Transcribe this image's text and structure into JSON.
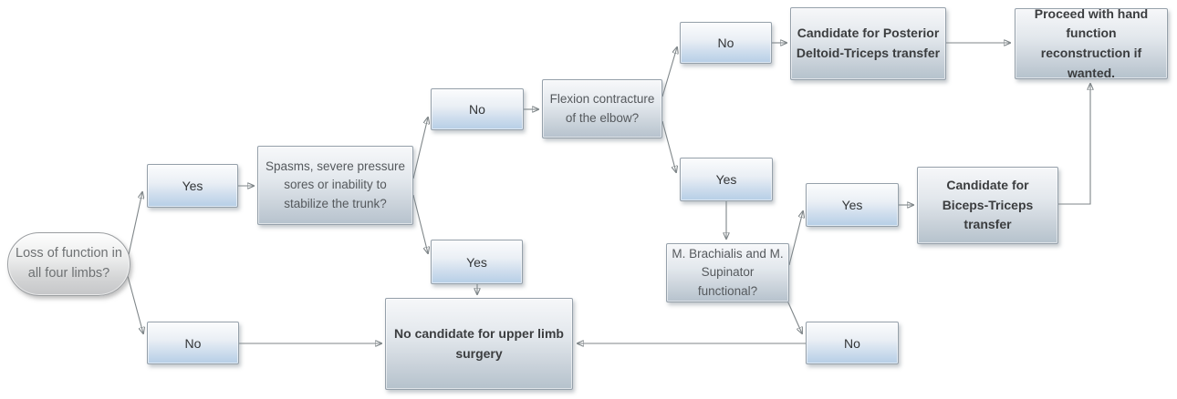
{
  "diagram": {
    "type": "flowchart",
    "topic": "Upper limb surgery candidacy decision tree",
    "colors": {
      "background": "#ffffff",
      "decision_fill_bottom": "#b6cee6",
      "process_fill_bottom": "#b5c2cc",
      "terminator_fill_bottom": "#c5c6c8",
      "node_fill_top": "#fbfcfd",
      "node_border": "#95a0aa",
      "arrow": "#7f8689",
      "question_text": "#55595d",
      "outcome_text": "#3b3d3f"
    },
    "nodes": {
      "start": {
        "shape": "terminator",
        "label": "Loss of function in all four limbs?"
      },
      "yes1": {
        "shape": "decision-label",
        "label": "Yes"
      },
      "no1": {
        "shape": "decision-label",
        "label": "No"
      },
      "spasms": {
        "shape": "question",
        "label": "Spasms, severe pressure sores or inability to stabilize the trunk?"
      },
      "no2": {
        "shape": "decision-label",
        "label": "No"
      },
      "yes2": {
        "shape": "decision-label",
        "label": "Yes"
      },
      "flexion": {
        "shape": "question",
        "label": "Flexion contracture of the elbow?"
      },
      "no3": {
        "shape": "decision-label",
        "label": "No"
      },
      "yes3": {
        "shape": "decision-label",
        "label": "Yes"
      },
      "posterior": {
        "shape": "outcome",
        "label": "Candidate for Posterior Deltoid-Triceps transfer"
      },
      "proceed": {
        "shape": "outcome",
        "label": "Proceed with hand function reconstruction if wanted."
      },
      "brachialis": {
        "shape": "question",
        "label": "M. Brachialis and M. Supinator functional?"
      },
      "yes4": {
        "shape": "decision-label",
        "label": "Yes"
      },
      "biceps": {
        "shape": "outcome",
        "label": "Candidate for Biceps-Triceps transfer"
      },
      "no4": {
        "shape": "decision-label",
        "label": "No"
      },
      "no_candidate": {
        "shape": "outcome",
        "label": "No candidate for upper limb surgery"
      }
    },
    "edges": [
      {
        "from": "start",
        "to": "yes1"
      },
      {
        "from": "start",
        "to": "no1"
      },
      {
        "from": "yes1",
        "to": "spasms"
      },
      {
        "from": "spasms",
        "to": "no2"
      },
      {
        "from": "spasms",
        "to": "yes2"
      },
      {
        "from": "no2",
        "to": "flexion"
      },
      {
        "from": "flexion",
        "to": "no3"
      },
      {
        "from": "flexion",
        "to": "yes3"
      },
      {
        "from": "no3",
        "to": "posterior"
      },
      {
        "from": "posterior",
        "to": "proceed"
      },
      {
        "from": "yes3",
        "to": "brachialis"
      },
      {
        "from": "brachialis",
        "to": "yes4"
      },
      {
        "from": "yes4",
        "to": "biceps"
      },
      {
        "from": "biceps",
        "to": "proceed"
      },
      {
        "from": "brachialis",
        "to": "no4"
      },
      {
        "from": "yes2",
        "to": "no_candidate"
      },
      {
        "from": "no1",
        "to": "no_candidate"
      },
      {
        "from": "no4",
        "to": "no_candidate"
      }
    ]
  }
}
